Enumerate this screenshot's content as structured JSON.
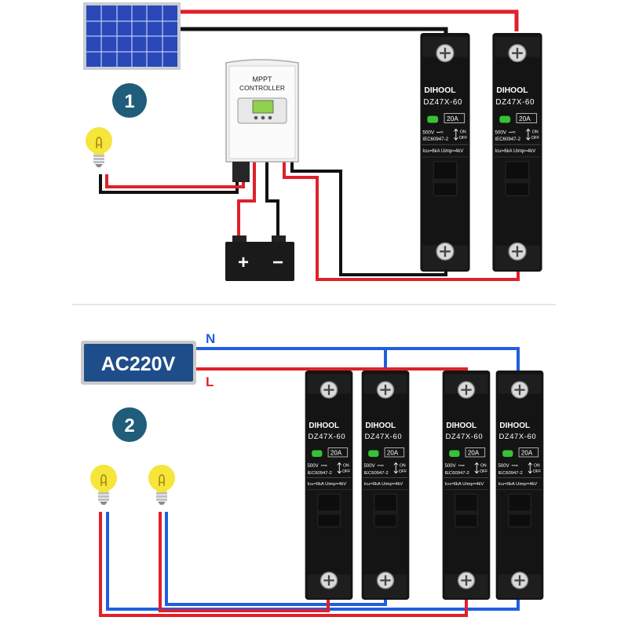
{
  "diagrams": [
    {
      "step_number": "1",
      "controller": {
        "line1": "MPPT",
        "line2": "CONTROLLER"
      },
      "battery": {
        "plus": "+",
        "minus": "−"
      }
    },
    {
      "step_number": "2",
      "ac_source": {
        "label": "AC220V"
      },
      "neutral_label": "N",
      "line_label": "L"
    }
  ],
  "breaker": {
    "brand": "DIHOOL",
    "model": "DZ47X-60",
    "rating": "20A",
    "voltage": "500V",
    "standard": "IEC60947-2",
    "on_label": "ON",
    "off_label": "OFF",
    "spec": "Icu=6kA  Uimp=4kV"
  },
  "colors": {
    "positive_wire": "#e0202a",
    "negative_wire": "#111111",
    "neutral_wire": "#1f5fe0",
    "step_badge": "#1f5d7a",
    "ac_box": "#1f4d8a",
    "bulb": "#f6e53a",
    "breaker_body": "#141414"
  }
}
